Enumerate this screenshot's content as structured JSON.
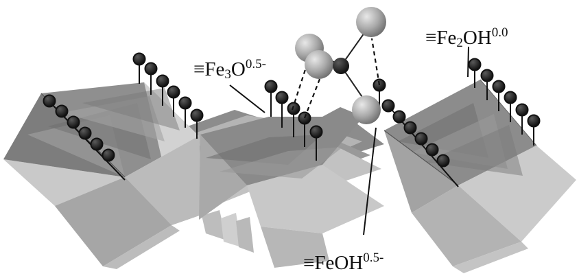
{
  "labels": {
    "fe3o": {
      "prefix": "≡Fe",
      "sub": "3",
      "main": "O",
      "sup": "0.5-"
    },
    "fe2oh": {
      "prefix": "≡Fe",
      "sub": "2",
      "main": "OH",
      "sup": "0.0"
    },
    "feoh": {
      "prefix": "≡FeOH",
      "sup": "0.5-"
    }
  },
  "colors": {
    "dark_face": "#7a7a7a",
    "mid_face": "#a4a4a4",
    "light_face": "#cdcdcd",
    "light_face_2": "#bdbdbd",
    "oxygen_site": "#050505",
    "sphere": "#a9a9a9",
    "center_atom": "#1a1a1a"
  }
}
